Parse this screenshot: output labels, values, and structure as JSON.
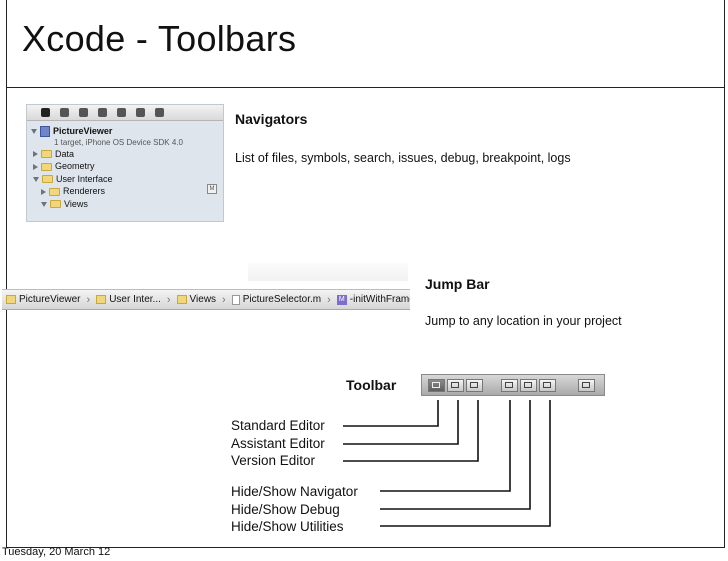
{
  "slide": {
    "title": "Xcode - Toolbars",
    "footer": "Tuesday, 20 March 12"
  },
  "navigator": {
    "heading": "Navigators",
    "description": "List of files, symbols, search, issues, debug, breakpoint, logs",
    "project_name": "PictureViewer",
    "project_subtitle": "1 target, iPhone OS Device SDK 4.0",
    "badge": "M",
    "items": [
      {
        "label": "Data",
        "open": false,
        "indent": 0
      },
      {
        "label": "Geometry",
        "open": false,
        "indent": 0
      },
      {
        "label": "User Interface",
        "open": true,
        "indent": 0
      },
      {
        "label": "Renderers",
        "open": false,
        "indent": 1
      },
      {
        "label": "Views",
        "open": true,
        "indent": 1
      }
    ]
  },
  "jumpbar": {
    "heading": "Jump Bar",
    "description": "Jump to any location in your project",
    "crumbs": [
      {
        "label": "PictureViewer",
        "icon": "folder-icon"
      },
      {
        "label": "User Inter...",
        "icon": "folder-icon"
      },
      {
        "label": "Views",
        "icon": "folder-icon"
      },
      {
        "label": "PictureSelector.m",
        "icon": "file-icon"
      },
      {
        "label": "-initWithFrame:",
        "icon": "method-icon",
        "badge": "M"
      }
    ]
  },
  "toolbar": {
    "heading": "Toolbar",
    "editor_labels": [
      "Standard Editor",
      "Assistant Editor",
      "Version Editor"
    ],
    "view_labels": [
      "Hide/Show Navigator",
      "Hide/Show Debug",
      "Hide/Show Utilities"
    ]
  }
}
